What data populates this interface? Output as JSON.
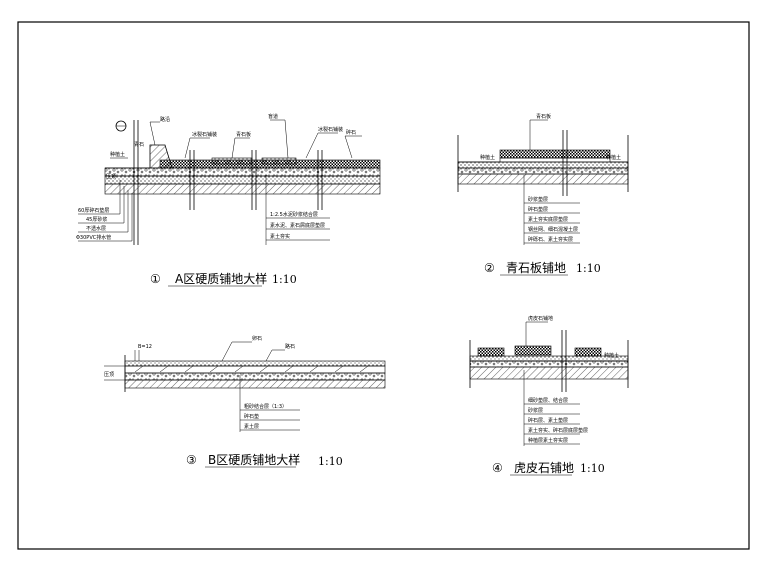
{
  "details": [
    {
      "number": "①",
      "title": "A区硬质铺地大样",
      "scale": "1:10",
      "top_labels": [
        "路沿",
        "青石",
        "冰裂石铺装",
        "青石板",
        "盲道",
        "冰裂石铺装",
        "碎石"
      ],
      "left_labels": [
        "种植土",
        "压顶",
        "60厚碎石垫层",
        "45厚砂浆",
        "不透水层",
        "Φ30PVC排水管"
      ],
      "layer_labels": [
        "1:2.5水泥砂浆结合层",
        "素水泥、素石屑底层垫层",
        "素土夯实"
      ]
    },
    {
      "number": "②",
      "title": "青石板铺地",
      "scale": "1:10",
      "top_labels": [
        "青石板"
      ],
      "side_label": "种植土",
      "layer_labels": [
        "砂浆垫层",
        "碎石垫层",
        "素土夯实底层垫层",
        "钢丝网、细石混凝土层",
        "碎砾石、素土夯实层"
      ]
    },
    {
      "number": "③",
      "title": "B区硬质铺地大样",
      "scale": "1:10",
      "top_labels": [
        "卵石",
        "路石"
      ],
      "left_labels": [
        "B=12",
        "压顶"
      ],
      "layer_labels": [
        "粗砂结合层（1:3）",
        "碎石垫",
        "素土层"
      ]
    },
    {
      "number": "④",
      "title": "虎皮石铺地",
      "scale": "1:10",
      "top_labels": [
        "虎皮石铺地"
      ],
      "side_label": "种植土",
      "layer_labels": [
        "细砂垫层、结合层",
        "砂浆层",
        "碎石层、素土垫层",
        "素土夯实、碎石层底层垫层",
        "种植层素土夯实层"
      ]
    }
  ],
  "colors": {
    "line": "#000000",
    "paper": "#ffffff"
  }
}
